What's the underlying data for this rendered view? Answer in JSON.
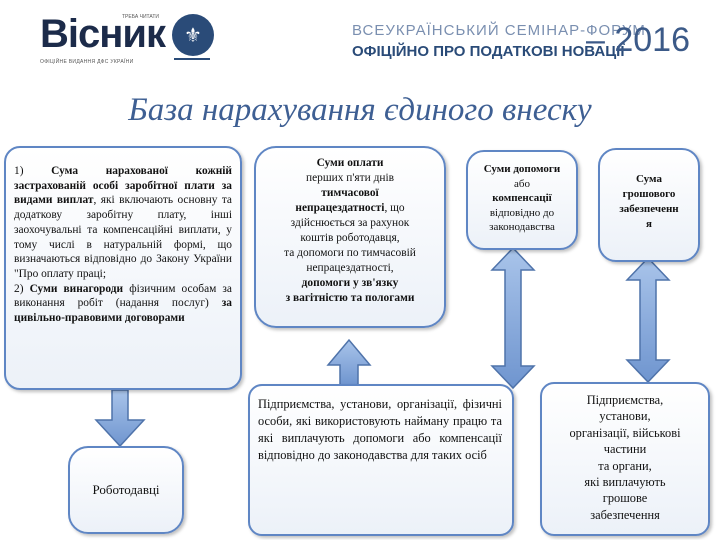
{
  "header": {
    "logo_word": "Вісник",
    "logo_tagline_top": "ТРЕБА ЧИТАТИ",
    "logo_tagline_bottom": "ОФІЦІЙНЕ ВИДАННЯ ДФС УКРАЇНИ",
    "forum_line1": "ВСЕУКРАЇНСЬКИЙ СЕМІНАР-ФОРУМ",
    "forum_line2": "ОФІЦІЙНО ПРО ПОДАТКОВІ НОВАЦІЇ",
    "year": "– 2016"
  },
  "title": "База нарахування єдиного внеску",
  "box_left": {
    "p1_num": "1) ",
    "p1_bold": "Сума нарахованої кожній застрахованій особі заробітної плати за видами виплат",
    "p1_rest": ", які включають основну та додаткову заробітну плату, інші заохочувальні та компенсаційні виплати, у тому числі в натуральній формі, що визначаються відповідно до Закону України \"Про оплату праці;",
    "p2_num": "2) ",
    "p2_bold": "Суми винагороди",
    "p2_rest": " фізичним особам за виконання робіт (надання послуг) ",
    "p2_bold_end": "за цивільно-правовими договорами"
  },
  "box_employers": {
    "label": "Роботодавці"
  },
  "box_sick": {
    "l1": "Суми оплати",
    "l2": "перших п'яти днів",
    "l3": "тимчасової",
    "l4": "непрацездатності",
    "l4_rest": ", що",
    "l5": "здійснюється за рахунок",
    "l6": "коштів роботодавця,",
    "l7": "та допомоги по тимчасовій",
    "l8": "непрацездатності,",
    "l9": "допомоги у зв'язку",
    "l10": "з вагітністю та пологами"
  },
  "box_aid": {
    "l1": "Суми допомоги",
    "l2": "або",
    "l3": "компенсації",
    "l4": "відповідно до",
    "l5": "законодавства"
  },
  "box_money": {
    "l1": "Сума",
    "l2": "грошового",
    "l3": "забезпеченн",
    "l4": "я"
  },
  "box_enterprises": {
    "text": "Підприємства, установи, організації, фізичні особи, які використовують найману працю та які виплачують допомоги або компенсації відповідно до законодавства для таких осіб"
  },
  "box_military": {
    "l1": "Підприємства,",
    "l2": "установи,",
    "l3": "організації, військові",
    "l4": "частини",
    "l5": "та органи,",
    "l6": "які виплачують",
    "l7": "грошове",
    "l8": "забезпечення"
  },
  "colors": {
    "box_border": "#5f86c4",
    "arrow_fill": "#8aaee0",
    "title": "#3e5f93"
  }
}
